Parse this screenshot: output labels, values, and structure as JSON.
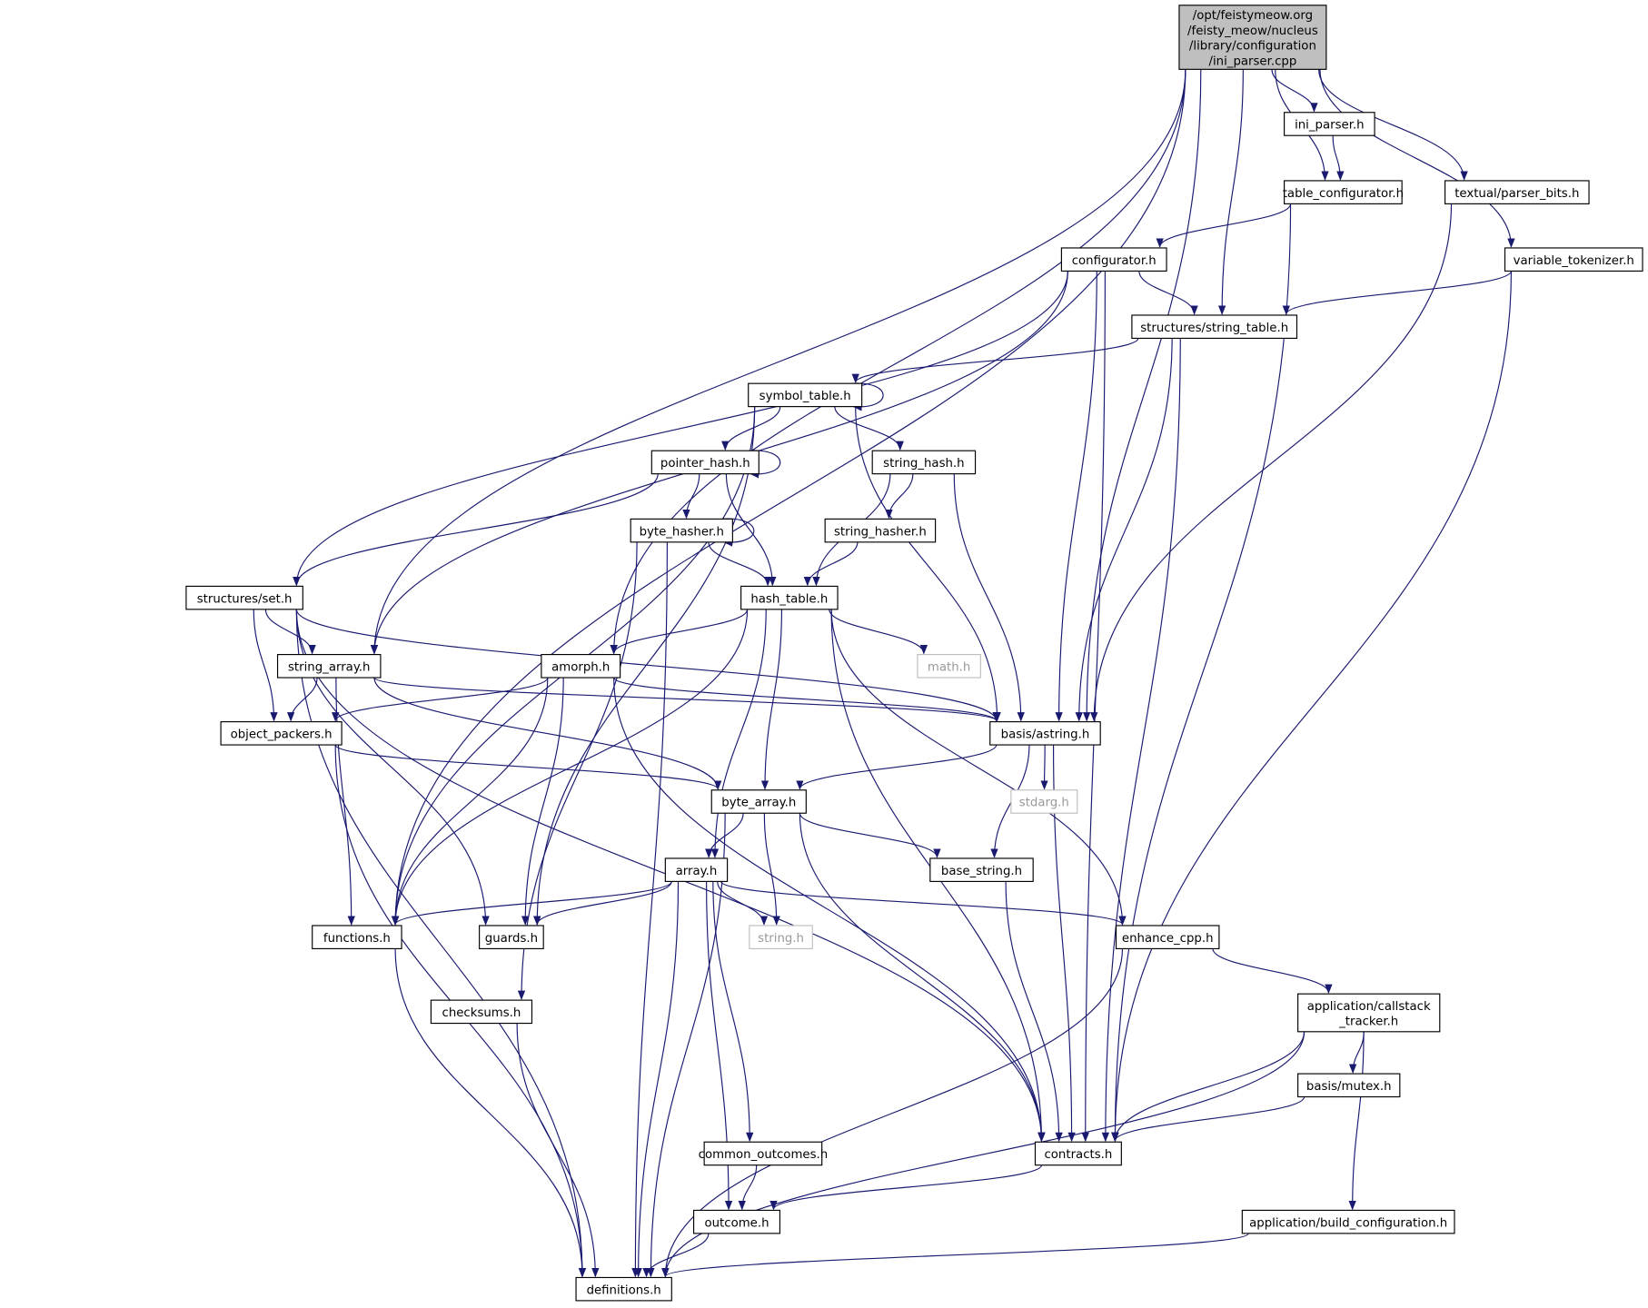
{
  "nodes": {
    "root": {
      "lines": [
        "/opt/feistymeow.org",
        "/feisty_meow/nucleus",
        "/library/configuration",
        "/ini_parser.cpp"
      ]
    },
    "ini_parser": {
      "lines": [
        "ini_parser.h"
      ]
    },
    "table_configurator": {
      "lines": [
        "table_configurator.h"
      ]
    },
    "parser_bits": {
      "lines": [
        "textual/parser_bits.h"
      ]
    },
    "variable_tokenizer": {
      "lines": [
        "variable_tokenizer.h"
      ]
    },
    "configurator": {
      "lines": [
        "configurator.h"
      ]
    },
    "string_table": {
      "lines": [
        "structures/string_table.h"
      ]
    },
    "symbol_table": {
      "lines": [
        "symbol_table.h"
      ]
    },
    "pointer_hash": {
      "lines": [
        "pointer_hash.h"
      ]
    },
    "string_hash": {
      "lines": [
        "string_hash.h"
      ]
    },
    "byte_hasher": {
      "lines": [
        "byte_hasher.h"
      ]
    },
    "string_hasher": {
      "lines": [
        "string_hasher.h"
      ]
    },
    "hash_table": {
      "lines": [
        "hash_table.h"
      ]
    },
    "set": {
      "lines": [
        "structures/set.h"
      ]
    },
    "math": {
      "lines": [
        "math.h"
      ]
    },
    "string_array": {
      "lines": [
        "string_array.h"
      ]
    },
    "amorph": {
      "lines": [
        "amorph.h"
      ]
    },
    "astring": {
      "lines": [
        "basis/astring.h"
      ]
    },
    "object_packers": {
      "lines": [
        "object_packers.h"
      ]
    },
    "stdarg": {
      "lines": [
        "stdarg.h"
      ]
    },
    "byte_array": {
      "lines": [
        "byte_array.h"
      ]
    },
    "base_string": {
      "lines": [
        "base_string.h"
      ]
    },
    "array": {
      "lines": [
        "array.h"
      ]
    },
    "functions": {
      "lines": [
        "functions.h"
      ]
    },
    "guards": {
      "lines": [
        "guards.h"
      ]
    },
    "string_h": {
      "lines": [
        "string.h"
      ]
    },
    "enhance_cpp": {
      "lines": [
        "enhance_cpp.h"
      ]
    },
    "checksums": {
      "lines": [
        "checksums.h"
      ]
    },
    "callstack_tracker": {
      "lines": [
        "application/callstack",
        "_tracker.h"
      ]
    },
    "mutex": {
      "lines": [
        "basis/mutex.h"
      ]
    },
    "common_outcomes": {
      "lines": [
        "common_outcomes.h"
      ]
    },
    "contracts": {
      "lines": [
        "contracts.h"
      ]
    },
    "outcome": {
      "lines": [
        "outcome.h"
      ]
    },
    "build_configuration": {
      "lines": [
        "application/build_configuration.h"
      ]
    },
    "definitions": {
      "lines": [
        "definitions.h"
      ]
    }
  },
  "edges": [
    [
      "root",
      "ini_parser"
    ],
    [
      "root",
      "table_configurator"
    ],
    [
      "root",
      "parser_bits"
    ],
    [
      "root",
      "variable_tokenizer"
    ],
    [
      "root",
      "string_table"
    ],
    [
      "root",
      "astring"
    ],
    [
      "root",
      "amorph"
    ],
    [
      "root",
      "string_array"
    ],
    [
      "root",
      "functions"
    ],
    [
      "ini_parser",
      "table_configurator"
    ],
    [
      "table_configurator",
      "configurator"
    ],
    [
      "table_configurator",
      "contracts"
    ],
    [
      "parser_bits",
      "astring"
    ],
    [
      "variable_tokenizer",
      "string_table"
    ],
    [
      "variable_tokenizer",
      "contracts"
    ],
    [
      "configurator",
      "string_table"
    ],
    [
      "configurator",
      "astring"
    ],
    [
      "configurator",
      "contracts"
    ],
    [
      "configurator",
      "set"
    ],
    [
      "configurator",
      "string_array"
    ],
    [
      "string_table",
      "symbol_table"
    ],
    [
      "string_table",
      "astring"
    ],
    [
      "string_table",
      "contracts"
    ],
    [
      "symbol_table",
      "symbol_table"
    ],
    [
      "symbol_table",
      "pointer_hash"
    ],
    [
      "symbol_table",
      "string_hash"
    ],
    [
      "symbol_table",
      "astring"
    ],
    [
      "symbol_table",
      "functions"
    ],
    [
      "symbol_table",
      "guards"
    ],
    [
      "pointer_hash",
      "pointer_hash"
    ],
    [
      "pointer_hash",
      "byte_hasher"
    ],
    [
      "pointer_hash",
      "hash_table"
    ],
    [
      "pointer_hash",
      "set"
    ],
    [
      "string_hash",
      "string_hasher"
    ],
    [
      "string_hash",
      "hash_table"
    ],
    [
      "string_hash",
      "astring"
    ],
    [
      "byte_hasher",
      "byte_hasher"
    ],
    [
      "byte_hasher",
      "hash_table"
    ],
    [
      "byte_hasher",
      "checksums"
    ],
    [
      "byte_hasher",
      "definitions"
    ],
    [
      "string_hasher",
      "hash_table"
    ],
    [
      "hash_table",
      "amorph"
    ],
    [
      "hash_table",
      "functions"
    ],
    [
      "hash_table",
      "array"
    ],
    [
      "hash_table",
      "byte_array"
    ],
    [
      "hash_table",
      "math"
    ],
    [
      "hash_table",
      "enhance_cpp"
    ],
    [
      "hash_table",
      "contracts"
    ],
    [
      "set",
      "string_array"
    ],
    [
      "set",
      "object_packers"
    ],
    [
      "set",
      "definitions"
    ],
    [
      "set",
      "guards"
    ],
    [
      "set",
      "astring"
    ],
    [
      "set",
      "contracts"
    ],
    [
      "string_array",
      "object_packers"
    ],
    [
      "string_array",
      "functions"
    ],
    [
      "string_array",
      "astring"
    ],
    [
      "string_array",
      "byte_array"
    ],
    [
      "amorph",
      "object_packers"
    ],
    [
      "amorph",
      "functions"
    ],
    [
      "amorph",
      "guards"
    ],
    [
      "amorph",
      "astring"
    ],
    [
      "amorph",
      "contracts"
    ],
    [
      "object_packers",
      "byte_array"
    ],
    [
      "object_packers",
      "definitions"
    ],
    [
      "astring",
      "byte_array"
    ],
    [
      "astring",
      "stdarg"
    ],
    [
      "astring",
      "base_string"
    ],
    [
      "astring",
      "contracts"
    ],
    [
      "byte_array",
      "array"
    ],
    [
      "byte_array",
      "string_h"
    ],
    [
      "byte_array",
      "base_string"
    ],
    [
      "byte_array",
      "definitions"
    ],
    [
      "byte_array",
      "contracts"
    ],
    [
      "array",
      "functions"
    ],
    [
      "array",
      "guards"
    ],
    [
      "array",
      "string_h"
    ],
    [
      "array",
      "enhance_cpp"
    ],
    [
      "array",
      "definitions"
    ],
    [
      "array",
      "outcome"
    ],
    [
      "array",
      "common_outcomes"
    ],
    [
      "base_string",
      "contracts"
    ],
    [
      "functions",
      "definitions"
    ],
    [
      "enhance_cpp",
      "callstack_tracker"
    ],
    [
      "enhance_cpp",
      "definitions"
    ],
    [
      "checksums",
      "definitions"
    ],
    [
      "callstack_tracker",
      "mutex"
    ],
    [
      "callstack_tracker",
      "contracts"
    ],
    [
      "callstack_tracker",
      "build_configuration"
    ],
    [
      "callstack_tracker",
      "definitions"
    ],
    [
      "mutex",
      "contracts"
    ],
    [
      "common_outcomes",
      "outcome"
    ],
    [
      "contracts",
      "outcome"
    ],
    [
      "outcome",
      "definitions"
    ],
    [
      "build_configuration",
      "definitions"
    ]
  ],
  "colors": {
    "edge": "#191970",
    "root_fill": "#bfbfbf",
    "system_header_border": "#bfbfbf"
  }
}
